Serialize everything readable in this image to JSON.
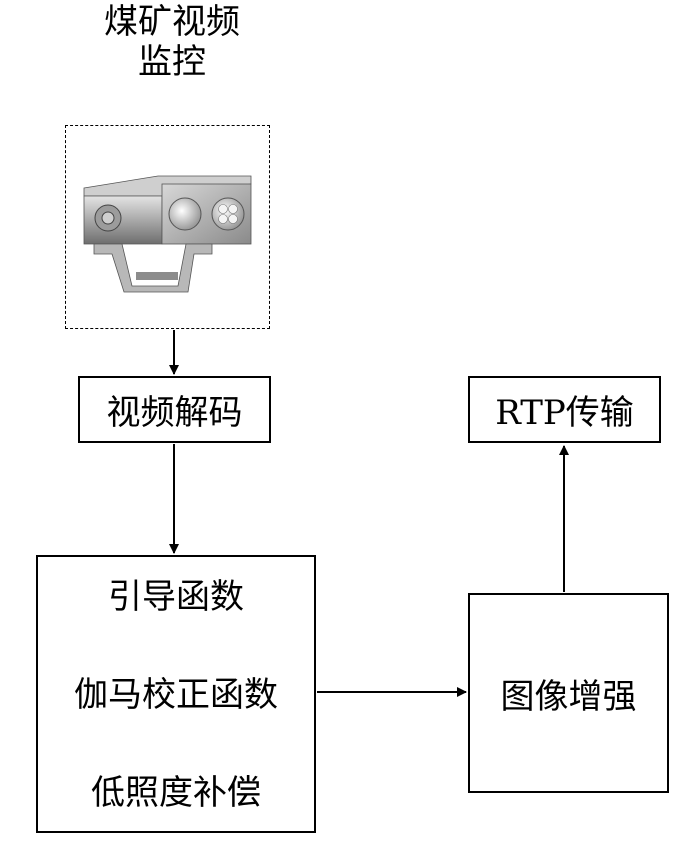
{
  "title": {
    "line1": "煤矿视频",
    "line2": "监控"
  },
  "camera": {
    "icon": "mining-camera-photo"
  },
  "nodes": {
    "decode": "视频解码",
    "rtp": "RTP传输",
    "functions": {
      "line1": "引导函数",
      "line2": "伽马校正函数",
      "line3": "低照度补偿"
    },
    "enhance": "图像增强"
  },
  "colors": {
    "line": "#000000",
    "background": "#ffffff"
  }
}
